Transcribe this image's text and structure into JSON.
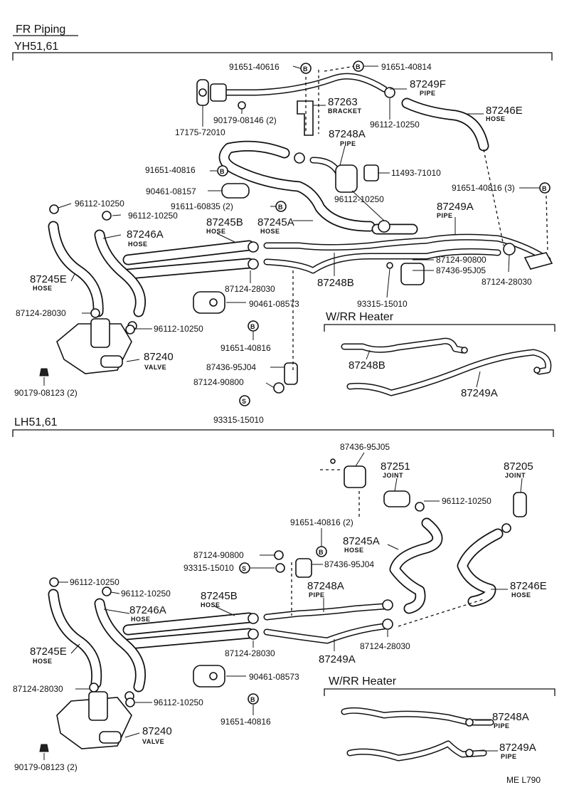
{
  "header": {
    "title": "FR  Piping"
  },
  "sections": [
    {
      "name": "YH51,61",
      "labels": [
        {
          "text": "91651-40616"
        },
        {
          "text": "91651-40814"
        },
        {
          "text": "87249F",
          "sub": "PIPE"
        },
        {
          "text": "87263",
          "sub": "BRACKET"
        },
        {
          "text": "90179-08146 (2)"
        },
        {
          "text": "17175-72010"
        },
        {
          "text": "96112-10250"
        },
        {
          "text": "87246E",
          "sub": "HOSE"
        },
        {
          "text": "87248A",
          "sub": "PIPE"
        },
        {
          "text": "91651-40816"
        },
        {
          "text": "11493-71010"
        },
        {
          "text": "90461-08157"
        },
        {
          "text": "91611-60835 (2)"
        },
        {
          "text": "96112-10250"
        },
        {
          "text": "91651-40816 (3)"
        },
        {
          "text": "96112-10250"
        },
        {
          "text": "96112-10250"
        },
        {
          "text": "87245B",
          "sub": "HOSE"
        },
        {
          "text": "87245A",
          "sub": "HOSE"
        },
        {
          "text": "87249A",
          "sub": "PIPE"
        },
        {
          "text": "87246A",
          "sub": "HOSE"
        },
        {
          "text": "87124-90800"
        },
        {
          "text": "87436-95J05"
        },
        {
          "text": "87245E",
          "sub": "HOSE"
        },
        {
          "text": "87248B"
        },
        {
          "text": "87124-28030"
        },
        {
          "text": "87124-28030"
        },
        {
          "text": "93315-15010"
        },
        {
          "text": "90461-08573"
        },
        {
          "text": "87124-28030"
        },
        {
          "text": "96112-10250"
        },
        {
          "text": "91651-40816"
        },
        {
          "text": "87240",
          "sub": "VALVE"
        },
        {
          "text": "87436-95J04"
        },
        {
          "text": "87124-90800"
        },
        {
          "text": "90179-08123 (2)"
        },
        {
          "text": "93315-15010"
        }
      ],
      "subpanel": {
        "title": "W/RR Heater",
        "labels": [
          {
            "text": "87248B"
          },
          {
            "text": "87249A"
          }
        ]
      }
    },
    {
      "name": "LH51,61",
      "labels": [
        {
          "text": "87436-95J05"
        },
        {
          "text": "87251",
          "sub": "JOINT"
        },
        {
          "text": "87205",
          "sub": "JOINT"
        },
        {
          "text": "96112-10250"
        },
        {
          "text": "91651-40816 (2)"
        },
        {
          "text": "87245A",
          "sub": "HOSE"
        },
        {
          "text": "87124-90800"
        },
        {
          "text": "93315-15010"
        },
        {
          "text": "87436-95J04"
        },
        {
          "text": "96112-10250"
        },
        {
          "text": "96112-10250"
        },
        {
          "text": "87245B",
          "sub": "HOSE"
        },
        {
          "text": "87248A",
          "sub": "PIPE"
        },
        {
          "text": "87246E",
          "sub": "HOSE"
        },
        {
          "text": "87246A",
          "sub": "HOSE"
        },
        {
          "text": "87245E",
          "sub": "HOSE"
        },
        {
          "text": "87124-28030"
        },
        {
          "text": "87249A"
        },
        {
          "text": "87124-28030"
        },
        {
          "text": "87124-28030"
        },
        {
          "text": "90461-08573"
        },
        {
          "text": "96112-10250"
        },
        {
          "text": "91651-40816"
        },
        {
          "text": "87240",
          "sub": "VALVE"
        },
        {
          "text": "90179-08123 (2)"
        }
      ],
      "subpanel": {
        "title": "W/RR Heater",
        "labels": [
          {
            "text": "87248A",
            "sub": "PIPE"
          },
          {
            "text": "87249A",
            "sub": "PIPE"
          }
        ]
      }
    }
  ],
  "markers": {
    "b": "B",
    "s": "S"
  },
  "footer": {
    "code": "ME  L790"
  }
}
